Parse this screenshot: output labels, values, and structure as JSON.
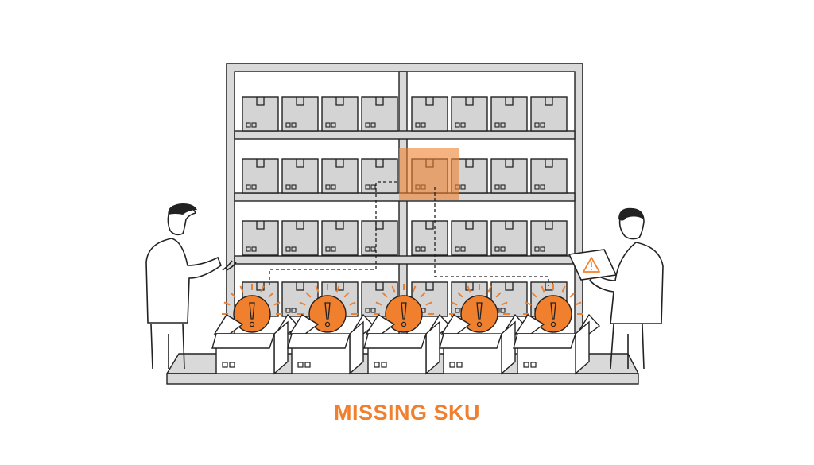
{
  "caption": "MISSING SKU",
  "colors": {
    "accent": "#F0802E",
    "shelf": "#D9D9D9",
    "box": "#D4D4D4",
    "line": "#222222"
  },
  "shelf": {
    "rows": 4,
    "columns_per_side": 4,
    "highlighted": {
      "row": 1,
      "side": "right",
      "column": 0
    }
  },
  "alerts": {
    "count": 5,
    "icon": "exclamation-alert-icon"
  },
  "tablet_icon": "warning-triangle-icon"
}
